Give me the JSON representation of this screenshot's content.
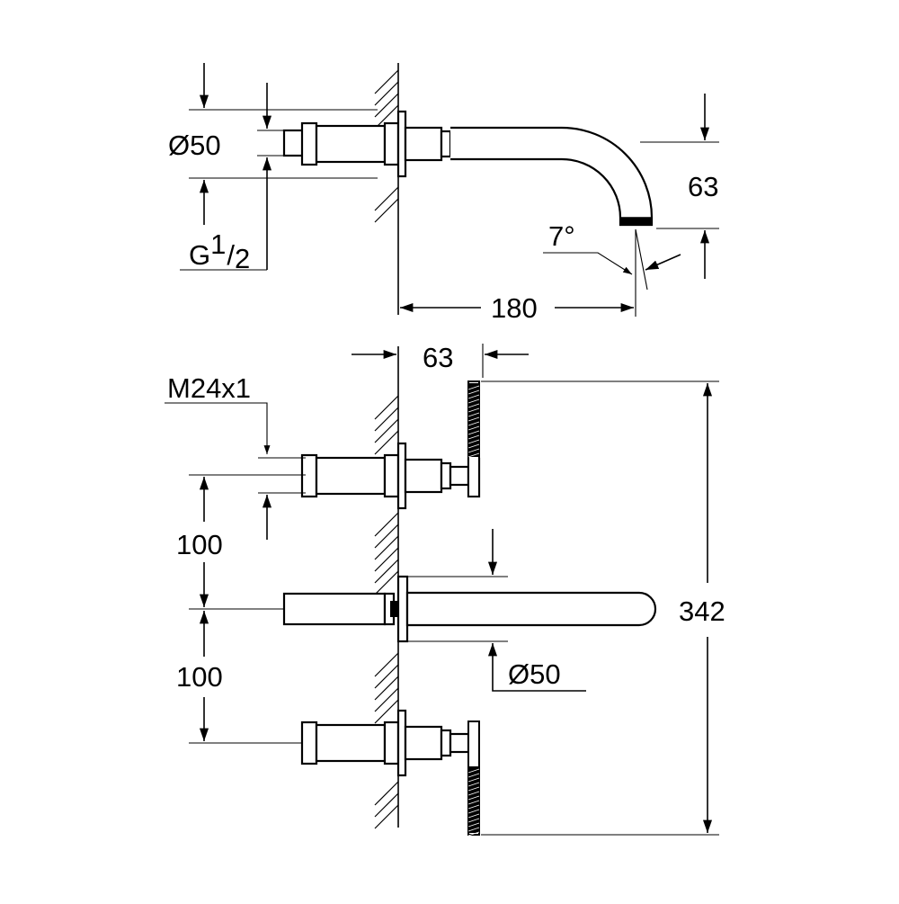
{
  "side_view": {
    "diameter_label": "Ø50",
    "thread_label_main": "G",
    "thread_label_num": "1",
    "thread_label_den": "2",
    "spout_height_label": "63",
    "angle_label": "7°",
    "projection_label": "180"
  },
  "front_view": {
    "handle_offset_label": "63",
    "thread_label": "M24x1",
    "spacing_upper_label": "100",
    "spacing_lower_label": "100",
    "total_height_label": "342",
    "spout_diameter_label": "Ø50"
  },
  "colors": {
    "line": "#000000",
    "background": "#ffffff"
  }
}
